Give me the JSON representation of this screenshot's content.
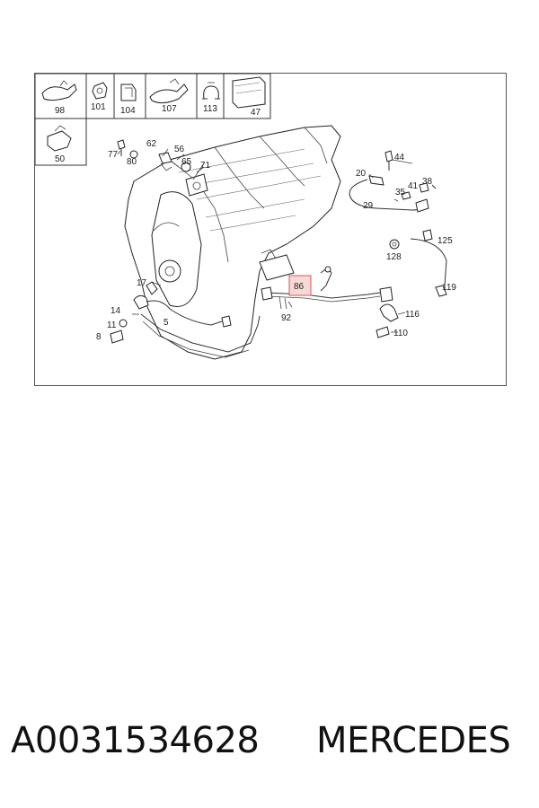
{
  "parts_box": [
    {
      "label": "98"
    },
    {
      "label": "101"
    },
    {
      "label": "104"
    },
    {
      "label": "107"
    },
    {
      "label": "113"
    },
    {
      "label": "47"
    },
    {
      "label": "50"
    }
  ],
  "callouts": {
    "c77": "77",
    "c80": "80",
    "c62": "62",
    "c56": "56",
    "c65": "65",
    "c71": "71",
    "c44": "44",
    "c20": "20",
    "c41": "41",
    "c38": "38",
    "c35": "35",
    "c29": "29",
    "c125": "125",
    "c128": "128",
    "c119": "119",
    "c17": "17",
    "c86": "86",
    "c92": "92",
    "c116": "116",
    "c110": "110",
    "c14": "14",
    "c11": "11",
    "c8": "8",
    "c5": "5"
  },
  "highlight_color": "#d9534f",
  "footer": {
    "part_number": "A0031534628",
    "brand": "MERCEDES"
  }
}
